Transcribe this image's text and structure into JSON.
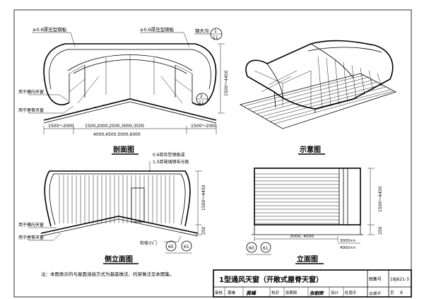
{
  "section_view": {
    "title": "剖面图",
    "label_sheet_left": "≥0.6厚压型钢板",
    "label_sheet_right": "≥0.6厚压型钢板",
    "label_gutter": "钢天沟",
    "label_side_window": "用于横向天窗",
    "label_ridge_window": "用于屋脊天窗",
    "height_dim": "1500～4450",
    "dim_left": "1500～2000",
    "dim_mid_top": "1500,2000,2500,3000,3500",
    "dim_mid_bottom": "4000,4500,5000,6000",
    "dim_right": "1500～2000",
    "detail_top": {
      "num": "1",
      "sheet": "11"
    },
    "detail_bottom": {
      "num": "2",
      "sheet": "11"
    }
  },
  "iso_view": {
    "title": "示意图"
  },
  "side_elevation": {
    "title": "侧立面图",
    "label_sheet_1": "0.6厚压型钢板或",
    "label_sheet_2": "1.5厚玻璃钢采光板",
    "label_side_window": "用于横向天窗",
    "label_ridge_window": "用于屋脊天窗",
    "label_door": "检修小门",
    "height_dim": "1500～4450",
    "base_dim": "250",
    "detail_left": "60",
    "detail_right": "61"
  },
  "front_elevation": {
    "title": "立面图",
    "height_dim": "1500～4450",
    "base_dim": "250",
    "width_dim": "3000, 4000",
    "dim_n1": "3000×n",
    "dim_n2": "4000×n",
    "detail_left": "60",
    "detail_right": "61"
  },
  "note": "注：本图表示的与屋面连接方式为基座做法，托架做法见本图集。",
  "title_block": {
    "title": "1型通风天窗（开敞式屋脊天窗）",
    "atlas_label": "图集号",
    "atlas_no": "18J621-3",
    "review_label": "审核",
    "reviewer": "黄峰",
    "reviewer_sign": "黄峰",
    "check_label": "校对",
    "checker": "张朝辉",
    "checker_sign": "张朝辉",
    "design_label": "设计",
    "designer": "杜南平",
    "designer_sign": "杜南平",
    "page_label": "页",
    "page_no": "9"
  }
}
